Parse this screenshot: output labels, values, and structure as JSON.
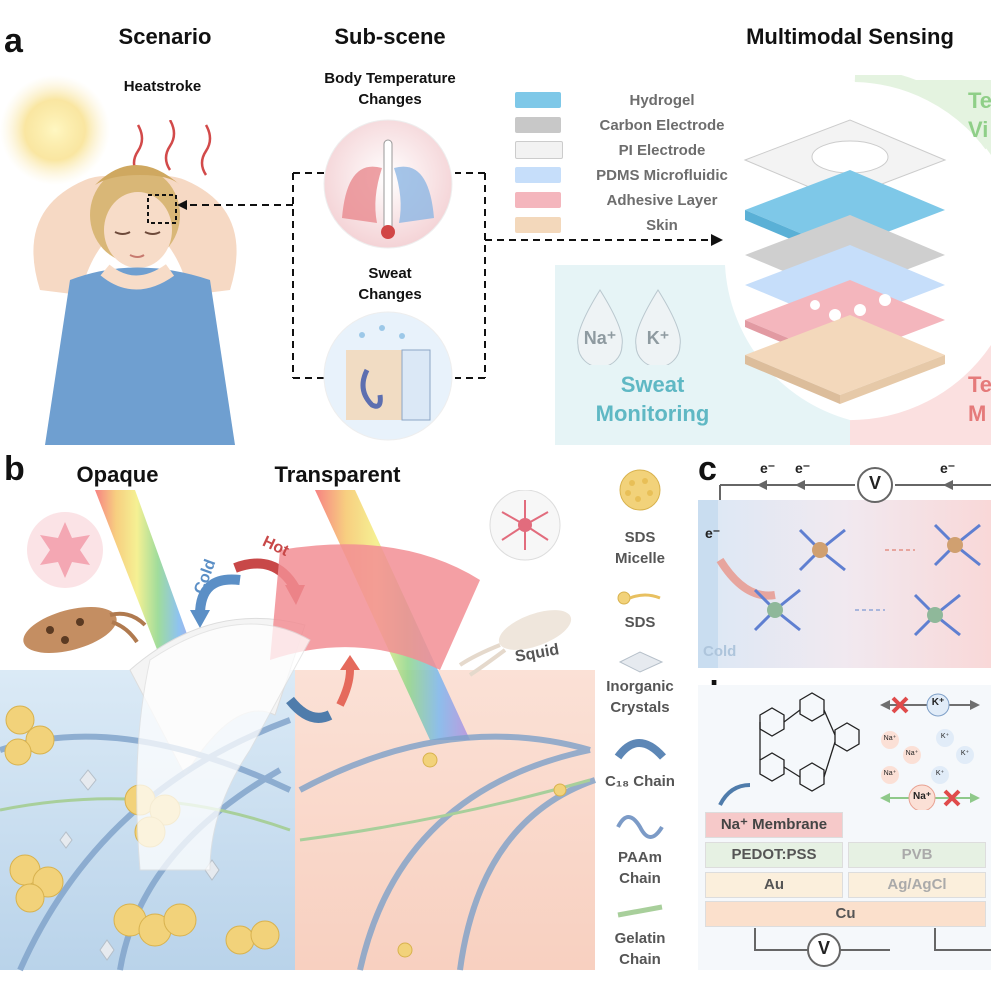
{
  "panel_a": {
    "letter": "a",
    "headers": {
      "scenario": "Scenario",
      "subscene": "Sub-scene",
      "sensing": "Multimodal Sensing"
    },
    "heatstroke": "Heatstroke",
    "body_temp_line1": "Body Temperature",
    "body_temp_line2": "Changes",
    "sweat_line1": "Sweat",
    "sweat_line2": "Changes",
    "legend": [
      {
        "label": "Hydrogel",
        "color": "#7ec8e8"
      },
      {
        "label": "Carbon Electrode",
        "color": "#c8c8c8"
      },
      {
        "label": "PI Electrode",
        "color": "#f2f2f2"
      },
      {
        "label": "PDMS Microfluidic",
        "color": "#c6defa"
      },
      {
        "label": "Adhesive Layer",
        "color": "#f4b6bd"
      },
      {
        "label": "Skin",
        "color": "#f3d8bb"
      }
    ],
    "sweat_monitoring_1": "Sweat",
    "sweat_monitoring_2": "Monitoring",
    "ion_na": "Na⁺",
    "ion_k": "K⁺",
    "right_top": "Te",
    "right_top2": "Vi",
    "right_bot": "Te",
    "right_bot2": "M"
  },
  "panel_b": {
    "letter": "b",
    "opaque": "Opaque",
    "transparent": "Transparent",
    "cold": "Cold",
    "hot": "Hot",
    "squid": "Squid",
    "key": [
      {
        "line1": "SDS",
        "line2": "Micelle"
      },
      {
        "line1": "SDS",
        "line2": ""
      },
      {
        "line1": "Inorganic",
        "line2": "Crystals"
      },
      {
        "line1": "C₁₈ Chain",
        "line2": ""
      },
      {
        "line1": "PAAm",
        "line2": "Chain"
      },
      {
        "line1": "Gelatin",
        "line2": "Chain"
      }
    ]
  },
  "panel_c": {
    "letter": "c",
    "electron": "e⁻",
    "voltmeter": "V",
    "cold": "Cold"
  },
  "panel_d": {
    "letter": "d",
    "k_ion": "K⁺",
    "na_ion": "Na⁺",
    "na_membrane": "Na⁺ Membrane",
    "pedot": "PEDOT:PSS",
    "pvb": "PVB",
    "au": "Au",
    "agcl": "Ag/AgCl",
    "cu": "Cu",
    "voltmeter": "V",
    "small_ions": [
      "Na⁺",
      "K⁺",
      "Na⁺",
      "K⁺",
      "Na⁺",
      "K⁺"
    ]
  },
  "colors": {
    "sweat_teal": "#5fb8c4",
    "hot_red": "#d95a5a",
    "cold_blue": "#5b8fc6",
    "layer_pink": "#f6c9c9",
    "layer_green": "#e6f1e3",
    "layer_peach": "#fbe7d0"
  }
}
